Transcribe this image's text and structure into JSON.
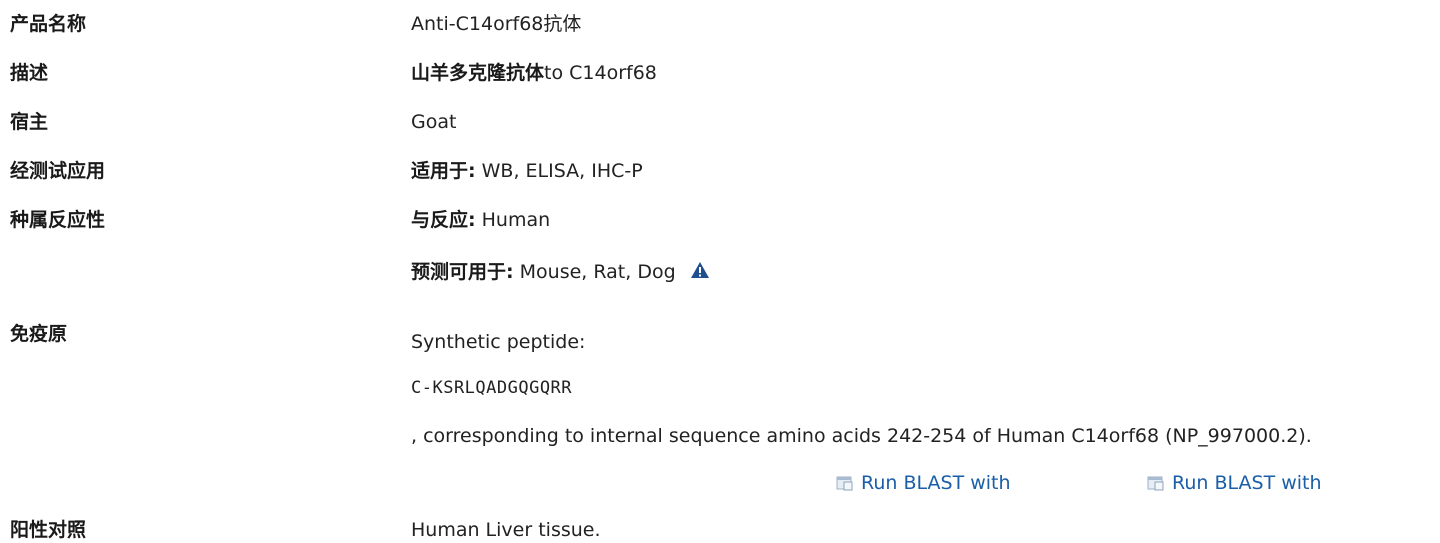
{
  "product": {
    "name_label": "产品名称",
    "name_value": "Anti-C14orf68抗体"
  },
  "description": {
    "label": "描述",
    "value_bold": "山羊多克隆抗体",
    "value_rest": "to C14orf68"
  },
  "host": {
    "label": "宿主",
    "value": "Goat"
  },
  "applications": {
    "label": "经测试应用",
    "prefix": "适用于:",
    "value": " WB, ELISA, IHC-P"
  },
  "reactivity": {
    "label": "种属反应性",
    "reacts_prefix": "与反应:",
    "reacts_value": " Human",
    "predicted_prefix": "预测可用于:",
    "predicted_value": " Mouse, Rat, Dog",
    "warning_icon": "warning-triangle-icon"
  },
  "immunogen": {
    "label": "免疫原",
    "line1": "Synthetic peptide:",
    "sequence": "C-KSRLQADGQGQRR",
    "line3": ", corresponding to internal sequence amino acids 242-254 of Human C14orf68 (NP_997000.2).",
    "blast_links": [
      "Run BLAST with",
      "Run BLAST with"
    ],
    "blast_icon": "external-window-icon"
  },
  "positive_control": {
    "label": "阳性对照",
    "value": "Human Liver tissue."
  },
  "colors": {
    "link": "#1a5ea8",
    "warning": "#1f4f8f"
  }
}
